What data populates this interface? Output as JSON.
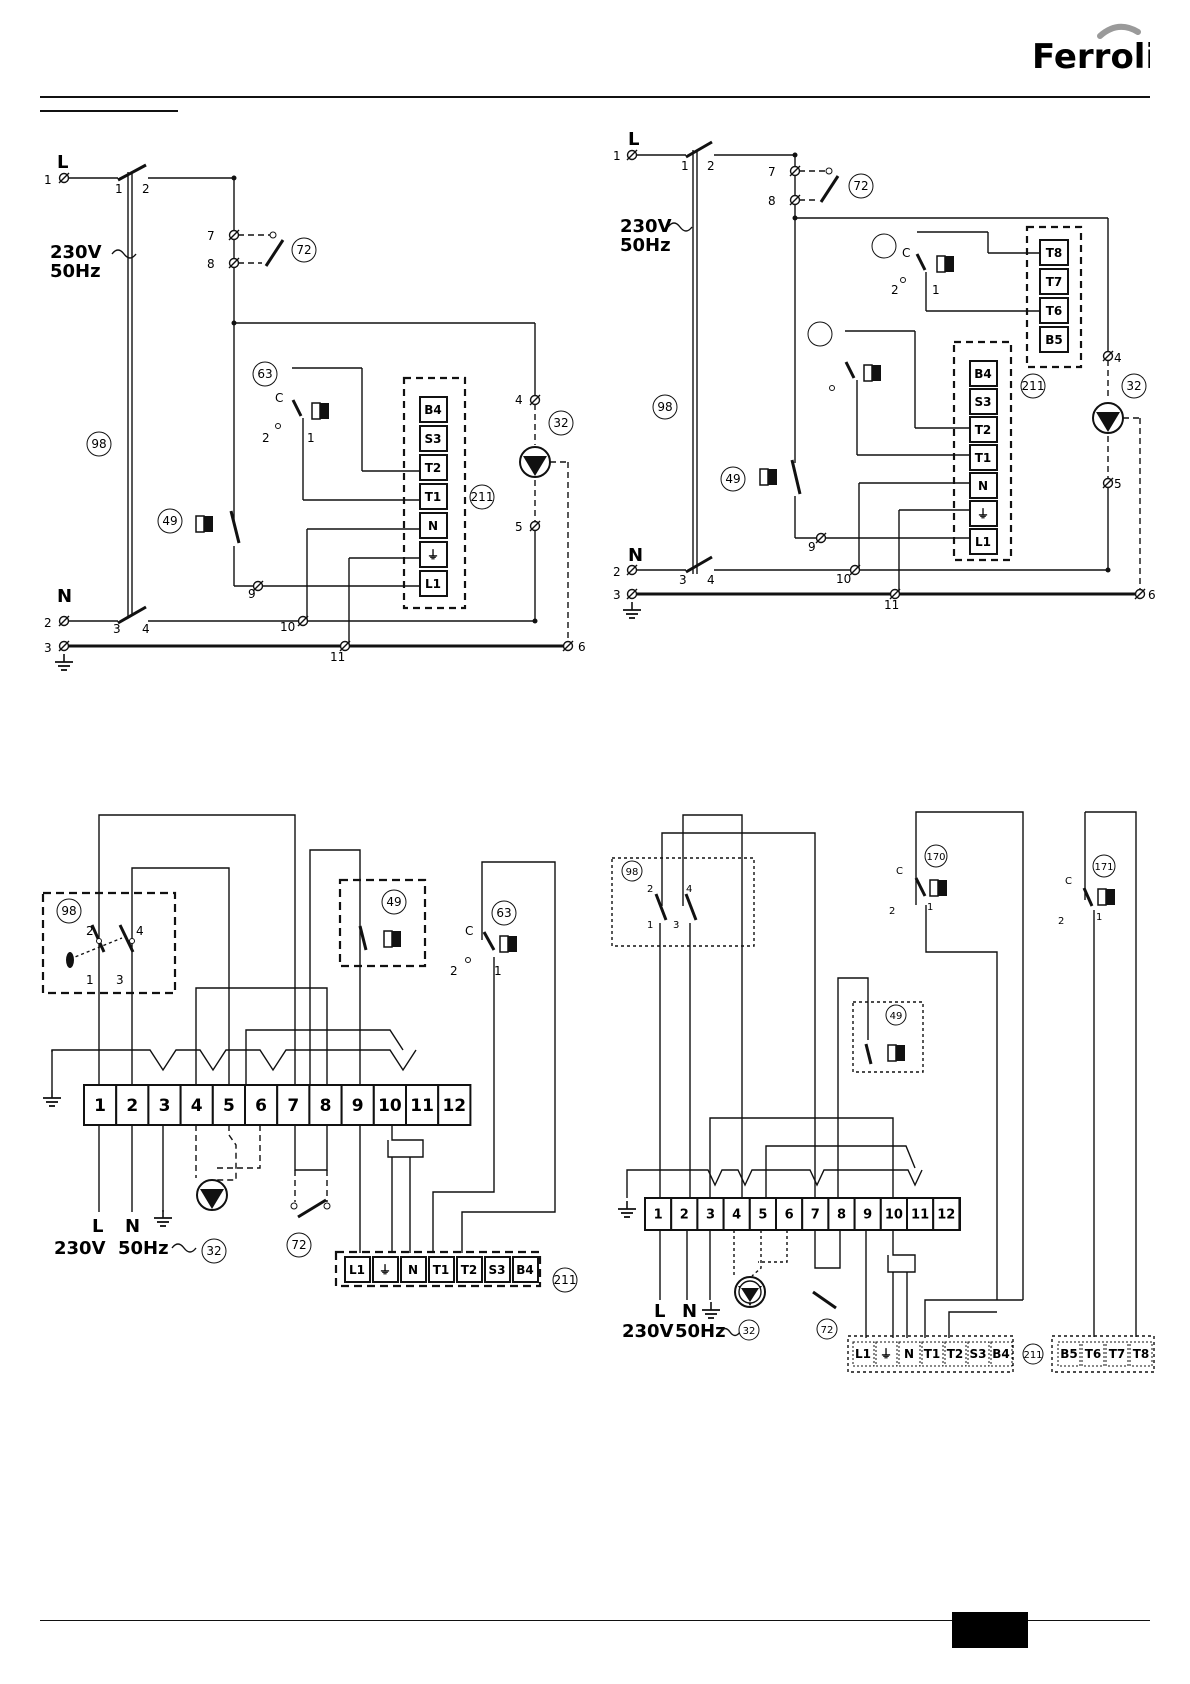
{
  "brand": {
    "name": "Ferroli"
  },
  "top_left": {
    "supply": {
      "l": "L",
      "n": "N",
      "voltage": "230V",
      "freq": "50Hz"
    },
    "terminals": [
      "1",
      "2",
      "3",
      "4",
      "5",
      "6",
      "7",
      "8",
      "9",
      "10",
      "11"
    ],
    "switch_pins": [
      "1",
      "2",
      "3",
      "4"
    ],
    "components": {
      "c98": "98",
      "c72": "72",
      "c63": "63",
      "c49": "49",
      "c32": "32",
      "c211": "211"
    },
    "relay": {
      "c": "C",
      "p1": "1",
      "p2": "2"
    },
    "block": [
      "B4",
      "S3",
      "T2",
      "T1",
      "N",
      "⏚",
      "L1"
    ]
  },
  "top_right": {
    "supply": {
      "l": "L",
      "n": "N",
      "voltage": "230V",
      "freq": "50Hz"
    },
    "terminals": [
      "1",
      "2",
      "3",
      "4",
      "5",
      "6",
      "7",
      "8",
      "9",
      "10",
      "11"
    ],
    "switch_pins": [
      "1",
      "2",
      "3",
      "4"
    ],
    "components": {
      "c98": "98",
      "c72": "72",
      "c49": "49",
      "c32": "32",
      "c211": "211"
    },
    "relay": {
      "c": "C",
      "p1": "1",
      "p2": "2"
    },
    "block_a": [
      "T8",
      "T7",
      "T6",
      "B5"
    ],
    "block_b": [
      "B4",
      "S3",
      "T2",
      "T1",
      "N",
      "⏚",
      "L1"
    ]
  },
  "bottom_left": {
    "strip": [
      "1",
      "2",
      "3",
      "4",
      "5",
      "6",
      "7",
      "8",
      "9",
      "10",
      "11",
      "12"
    ],
    "supply": {
      "l": "L",
      "n": "N",
      "voltage": "230V",
      "freq": "50Hz"
    },
    "components": {
      "c98": "98",
      "c49": "49",
      "c63": "63",
      "c32": "32",
      "c72": "72",
      "c211": "211"
    },
    "switch_pins": [
      "2",
      "4",
      "1",
      "3"
    ],
    "relay": {
      "c": "C",
      "p1": "1",
      "p2": "2"
    },
    "block": [
      "L1",
      "⏚",
      "N",
      "T1",
      "T2",
      "S3",
      "B4"
    ]
  },
  "bottom_right": {
    "strip": [
      "1",
      "2",
      "3",
      "4",
      "5",
      "6",
      "7",
      "8",
      "9",
      "10",
      "11",
      "12"
    ],
    "supply": {
      "l": "L",
      "n": "N",
      "voltage": "230V",
      "freq": "50Hz"
    },
    "components": {
      "c98": "98",
      "c170": "170",
      "c171": "171",
      "c49": "49",
      "c32": "32",
      "c72": "72",
      "c211": "211"
    },
    "switch_pins": [
      "2",
      "4",
      "1",
      "3"
    ],
    "relay": {
      "c": "C",
      "p1": "1",
      "p2": "2"
    },
    "block_a": [
      "L1",
      "⏚",
      "N",
      "T1",
      "T2",
      "S3",
      "B4"
    ],
    "block_b": [
      "B5",
      "T6",
      "T7",
      "T8"
    ]
  }
}
